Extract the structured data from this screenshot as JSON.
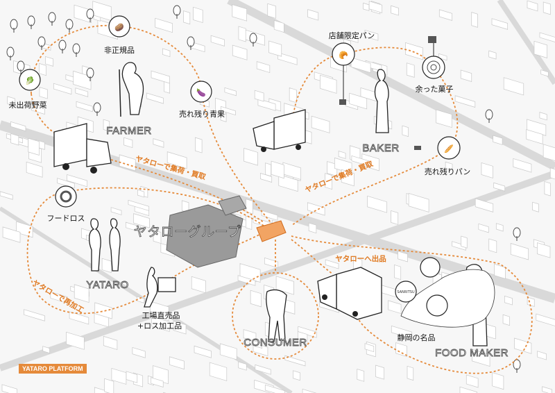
{
  "farmer": {
    "title": "FARMER",
    "items": [
      "未出荷野菜",
      "非正規品",
      "売れ残り青果"
    ]
  },
  "baker": {
    "title": "BAKER",
    "items": [
      "店舗限定パン",
      "余った菓子",
      "売れ残りパン"
    ]
  },
  "yataro": {
    "title": "YATARO",
    "food_loss": "フードロス",
    "group": "ヤタローグループ",
    "products_line1": "工場直売品",
    "products_line2": "+ロス加工品"
  },
  "consumer": {
    "title": "CONSUMER"
  },
  "food_maker": {
    "title": "FOOD MAKER",
    "items": "静岡の名品",
    "logo_text": "SANRITSU"
  },
  "flows": {
    "collect_left": "ヤタローで集荷・買取",
    "collect_right": "ヤタローで集荷・買取",
    "reprocess": "ヤタローで再加工",
    "list": "ヤタローへ出品"
  },
  "badge": "YATARO PLATFORM",
  "colors": {
    "accent": "#e58a3a",
    "road": "#d9d9d9"
  }
}
